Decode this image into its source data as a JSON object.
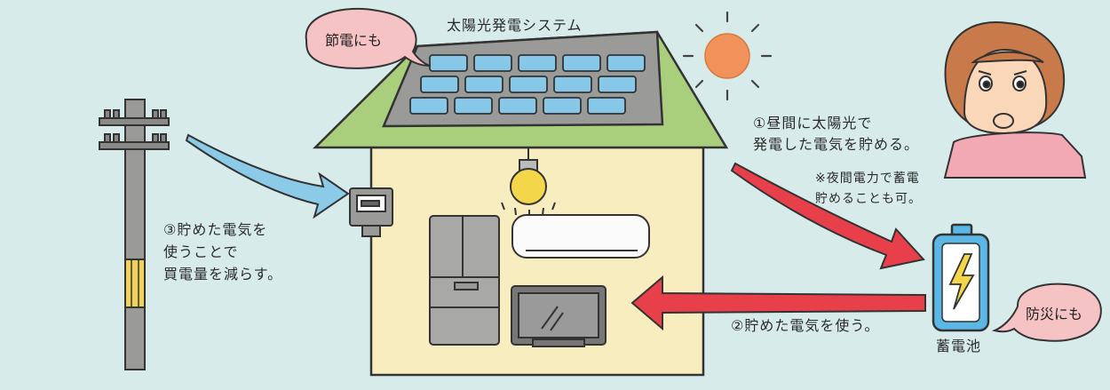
{
  "labels": {
    "system_title": "太陽光発電システム",
    "bubble_setsuden": "節電にも",
    "bubble_bousai": "防災にも",
    "step1_line1": "①昼間に太陽光で",
    "step1_line2": "発電した電気を貯める。",
    "note_line1": "※夜間電力で蓄電",
    "note_line2": "貯めることも可。",
    "step2": "②貯めた電気を使う。",
    "step3_line1": "③貯めた電気を",
    "step3_line2": "使うことで",
    "step3_line3": "買電量を減らす。",
    "battery": "蓄電池"
  },
  "icons": [
    "sun-icon",
    "lightning-icon",
    "lightbulb-icon"
  ],
  "colors": {
    "background": "#d7ecea",
    "roof": "#a9cf7d",
    "wall": "#f7edbf",
    "panel": "#87c7e8",
    "sun": "#f0925a",
    "arrow_red": "#e8404a",
    "arrow_blue": "#8ccbe8",
    "bubble": "#f6c3c5",
    "battery_bolt": "#f4d64a"
  }
}
